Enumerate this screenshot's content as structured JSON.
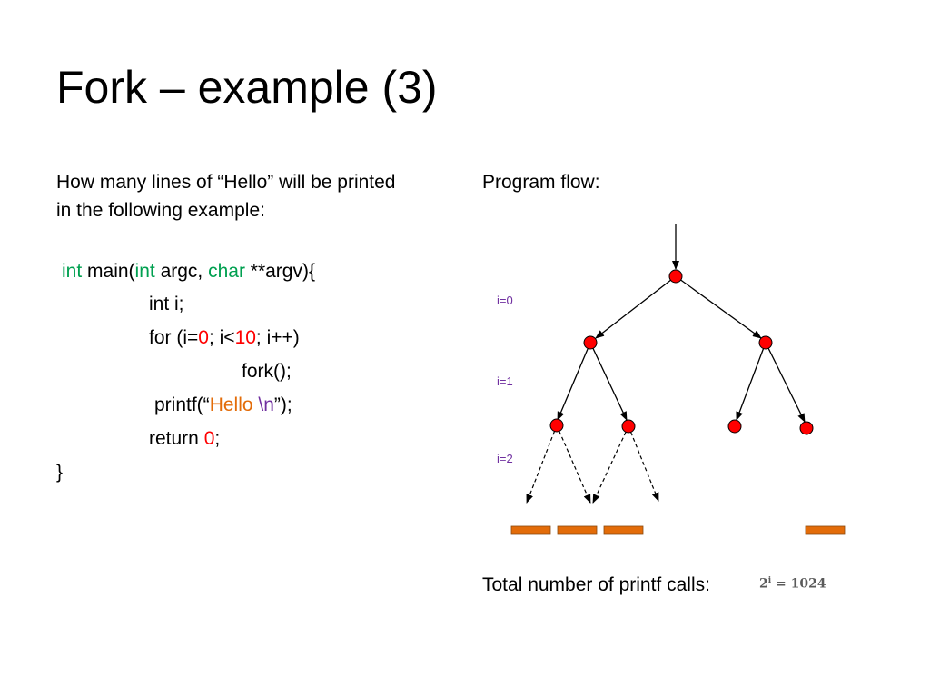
{
  "slide": {
    "title": "Fork – example (3)",
    "question_line1": "How many lines of “Hello” will be printed",
    "question_line2": "in the following example:",
    "flow_label": "Program flow:",
    "levels": [
      "i=0",
      "i=1",
      "i=2"
    ],
    "total_label": "Total number of printf calls:",
    "result": {
      "base": "2",
      "exponent": "i",
      "equals": " = 1024"
    }
  },
  "code": {
    "line1": {
      "kw1": "int",
      "t1": " main(",
      "kw2": "int",
      "t2": " argc, ",
      "kw3": "char",
      "t3": " **argv){"
    },
    "line2": {
      "t1": "int i;"
    },
    "line3": {
      "t1": "for (i=",
      "n1": "0",
      "t2": "; i<",
      "n2": "10",
      "t3": "; i++)"
    },
    "line4": {
      "t1": "fork();"
    },
    "line5": {
      "t1": "printf(“",
      "s1": "Hello ",
      "s2": "\\n",
      "t2": "”);"
    },
    "line6": {
      "t1": "return ",
      "n1": "0",
      "t2": ";"
    },
    "line7": {
      "t1": "}"
    }
  },
  "colors": {
    "keyword": "#00a050",
    "number": "#ff0000",
    "string": "#e36c09",
    "level_label": "#7030a0",
    "node_fill": "#ff0000",
    "output_bar": "#e36c09"
  }
}
